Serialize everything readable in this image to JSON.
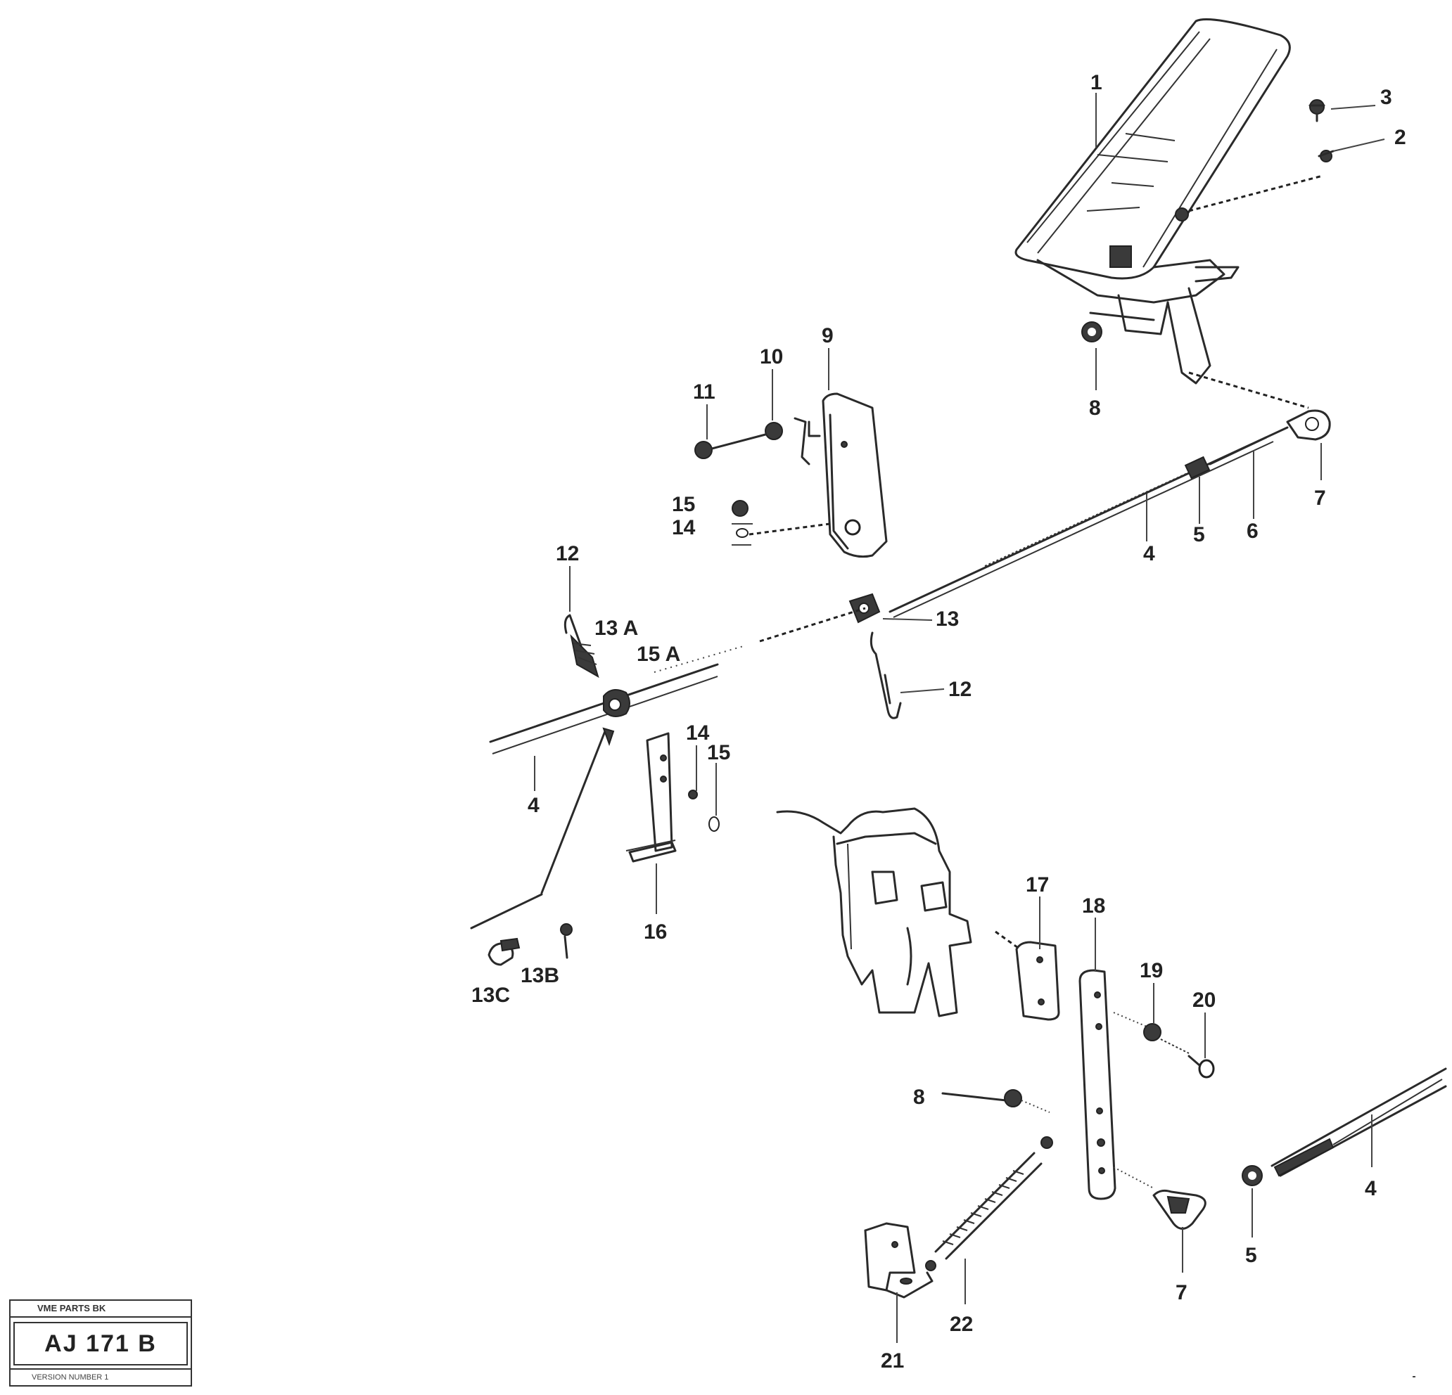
{
  "callouts": {
    "c1": "1",
    "c2": "2",
    "c3": "3",
    "c4a": "4",
    "c5a": "5",
    "c6a": "6",
    "c7a": "7",
    "c8a": "8",
    "c9": "9",
    "c10": "10",
    "c11": "11",
    "c12a": "12",
    "c12b": "12",
    "c13": "13",
    "c13a": "13 A",
    "c15a": "15 A",
    "c14a": "14",
    "c15b": "15",
    "c14b": "14",
    "c15c": "15",
    "c4b": "4",
    "c16": "16",
    "c15c2": "13C",
    "c13b": "13B",
    "c17": "17",
    "c18": "18",
    "c19": "19",
    "c20": "20",
    "c8b": "8",
    "c4c": "4",
    "c5b": "5",
    "c7b": "7",
    "c22": "22",
    "c21": "21"
  },
  "stamp": {
    "top": "VME PARTS BK",
    "code": "AJ 171 B",
    "bottom": "VERSION NUMBER 1"
  }
}
